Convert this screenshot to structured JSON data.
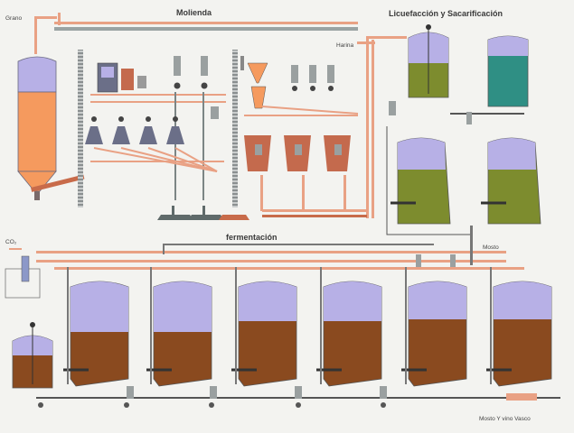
{
  "sections": {
    "molienda": "Molienda",
    "licuefaccion": "Licuefacción y Sacarificación",
    "fermentacion": "fermentación"
  },
  "labels": {
    "grano": "Grano",
    "harina": "Harina",
    "mosto": "Mosto",
    "co2": "CO₂"
  },
  "footer": {
    "text": "Mosto Y vino Vasco"
  },
  "colors": {
    "liquid_lavender": "#b7b0e6",
    "mash_orange": "#f59a5e",
    "wort_olive": "#7d8c2e",
    "ferment_brown": "#8a4a1f",
    "teal": "#2f8f84",
    "pipe_salmon": "#e9a184",
    "steel": "#5f6a6a"
  }
}
